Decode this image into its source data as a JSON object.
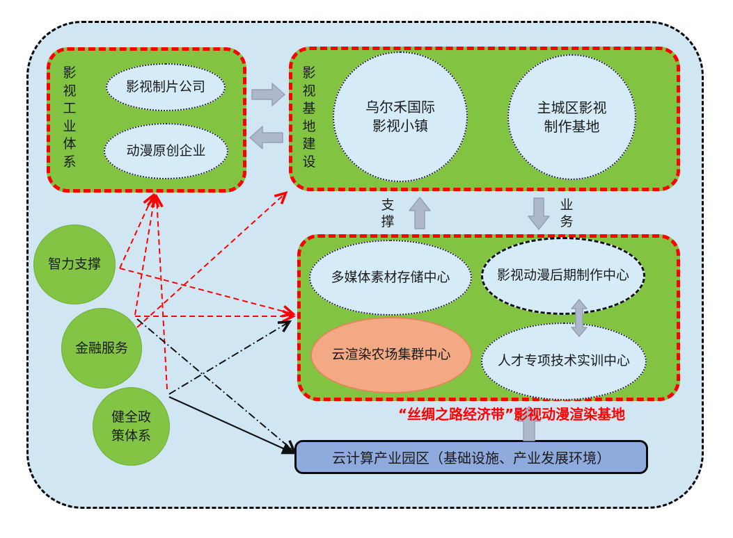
{
  "colors": {
    "canvas_fill": "#D0E6F3",
    "box_green": "#82C341",
    "ellipse_blue": "#D6EBF8",
    "salmon_fill": "#F3AA84",
    "salmon_border": "#E2875B",
    "red_accent": "#FF0000",
    "gray_arrow": "#AEB8CB",
    "cloud_park_fill": "#8FAADC"
  },
  "top_left_box": {
    "vertical_label": "影\n视\n工\n业\n体\n系",
    "ellipse1": "影视制片公司",
    "ellipse2": "动漫原创企业"
  },
  "top_right_box": {
    "vertical_label": "影\n视\n基\n地\n建\n设",
    "circle1": "乌尔禾国际\n影视小镇",
    "circle2": "主城区影视\n制作基地"
  },
  "flow_labels": {
    "support": "支\n撑",
    "business": "业\n务"
  },
  "middle_box": {
    "ellipse1": "多媒体素材存储中心",
    "ellipse2": "影视动漫后期制作中心",
    "ellipse3": "云渲染农场集群中心",
    "ellipse4": "人才专项技术实训中心"
  },
  "left_circles": {
    "circle1": "智力支撑",
    "circle2": "金融服务",
    "circle3": "健全政\n策体系"
  },
  "caption": "“丝绸之路经济带”影视动漫渲染基地",
  "cloud_park": {
    "label": "云计算产业园区（基础设施、产业发展环境）"
  }
}
